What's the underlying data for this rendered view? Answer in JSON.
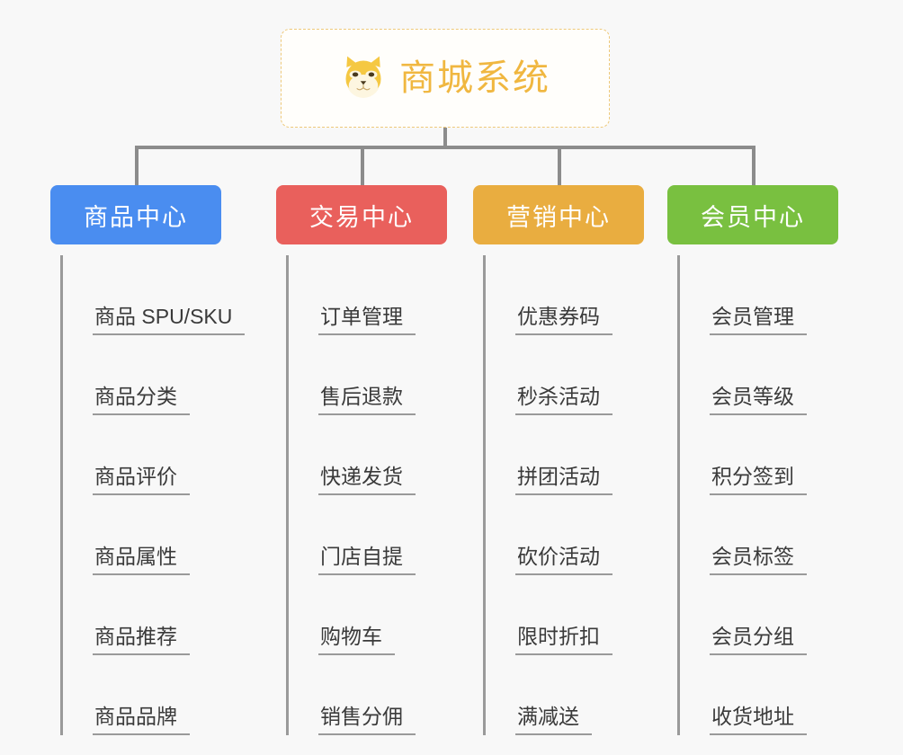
{
  "page": {
    "background_color": "#f8f8f8",
    "line_color": "#8c8c8c",
    "leaf_text_color": "#3a3a3a"
  },
  "root": {
    "title": "商城系统",
    "icon": "shiba-dog-face-icon",
    "text_color": "#f0b740",
    "border_color": "#eec97a",
    "background_color": "#fffefb"
  },
  "branches": [
    {
      "label": "商品中心",
      "color": "#4a8df0",
      "children": [
        "商品 SPU/SKU",
        "商品分类",
        "商品评价",
        "商品属性",
        "商品推荐",
        "商品品牌"
      ]
    },
    {
      "label": "交易中心",
      "color": "#e9605c",
      "children": [
        "订单管理",
        "售后退款",
        "快递发货",
        "门店自提",
        "购物车",
        "销售分佣"
      ]
    },
    {
      "label": "营销中心",
      "color": "#e9ad40",
      "children": [
        "优惠券码",
        "秒杀活动",
        "拼团活动",
        "砍价活动",
        "限时折扣",
        "满减送"
      ]
    },
    {
      "label": "会员中心",
      "color": "#79c040",
      "children": [
        "会员管理",
        "会员等级",
        "积分签到",
        "会员标签",
        "会员分组",
        "收货地址"
      ]
    }
  ]
}
